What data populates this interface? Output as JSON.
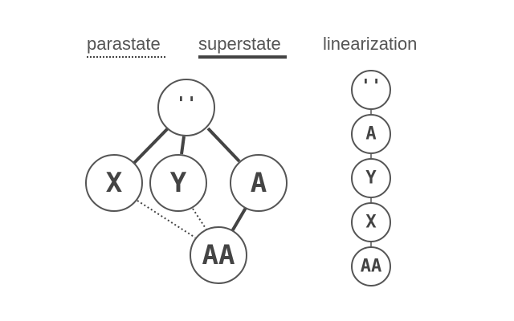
{
  "legend": {
    "parastate": "parastate",
    "superstate": "superstate",
    "linearization": "linearization"
  },
  "lattice": {
    "top": "''",
    "x": "X",
    "y": "Y",
    "a": "A",
    "aa": "AA"
  },
  "linearization_nodes": [
    "''",
    "A",
    "Y",
    "X",
    "AA"
  ]
}
